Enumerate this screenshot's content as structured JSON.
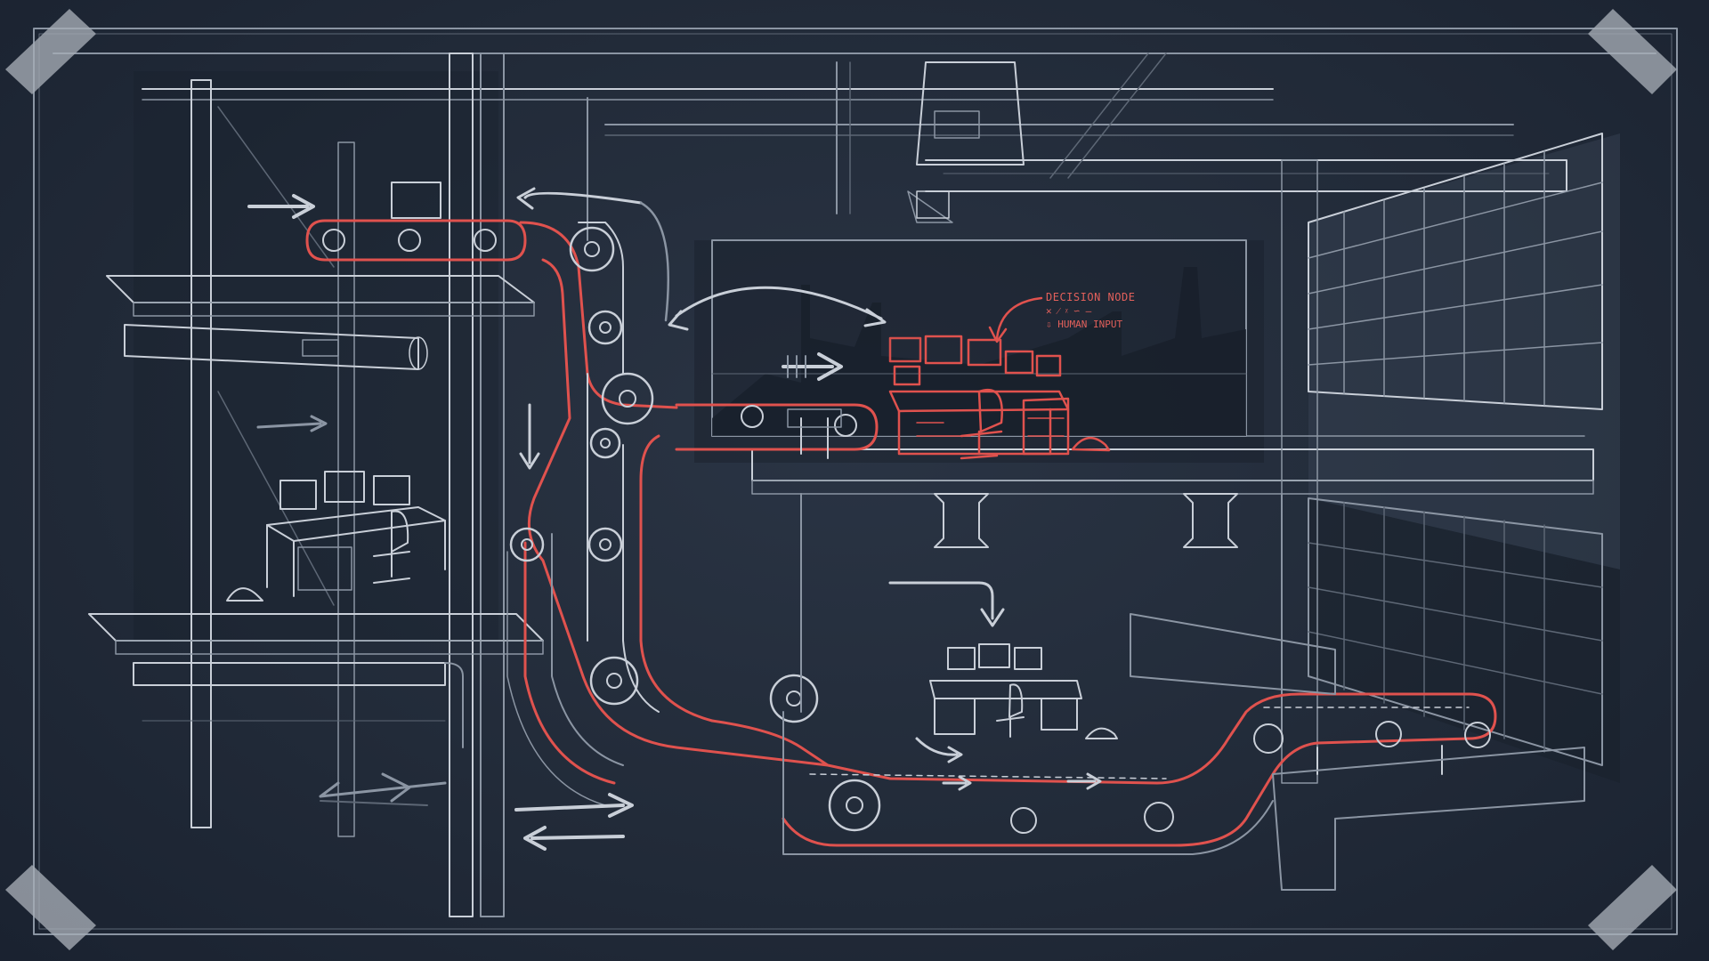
{
  "annotation": {
    "title": "DECISION NODE",
    "scribble": "✕ ⁄ ᵡ ∽ —",
    "subtitle": "⇩ HUMAN INPUT"
  },
  "palette": {
    "background": "#222b39",
    "chalk": "#c9cfd8",
    "accent_red": "#e0524e"
  },
  "icons": [
    "tape-corner-icon",
    "arrow-right-icon",
    "arrow-left-icon",
    "arrow-down-icon",
    "gear-icon",
    "hard-hat-icon",
    "office-chair-icon",
    "monitor-icon"
  ]
}
